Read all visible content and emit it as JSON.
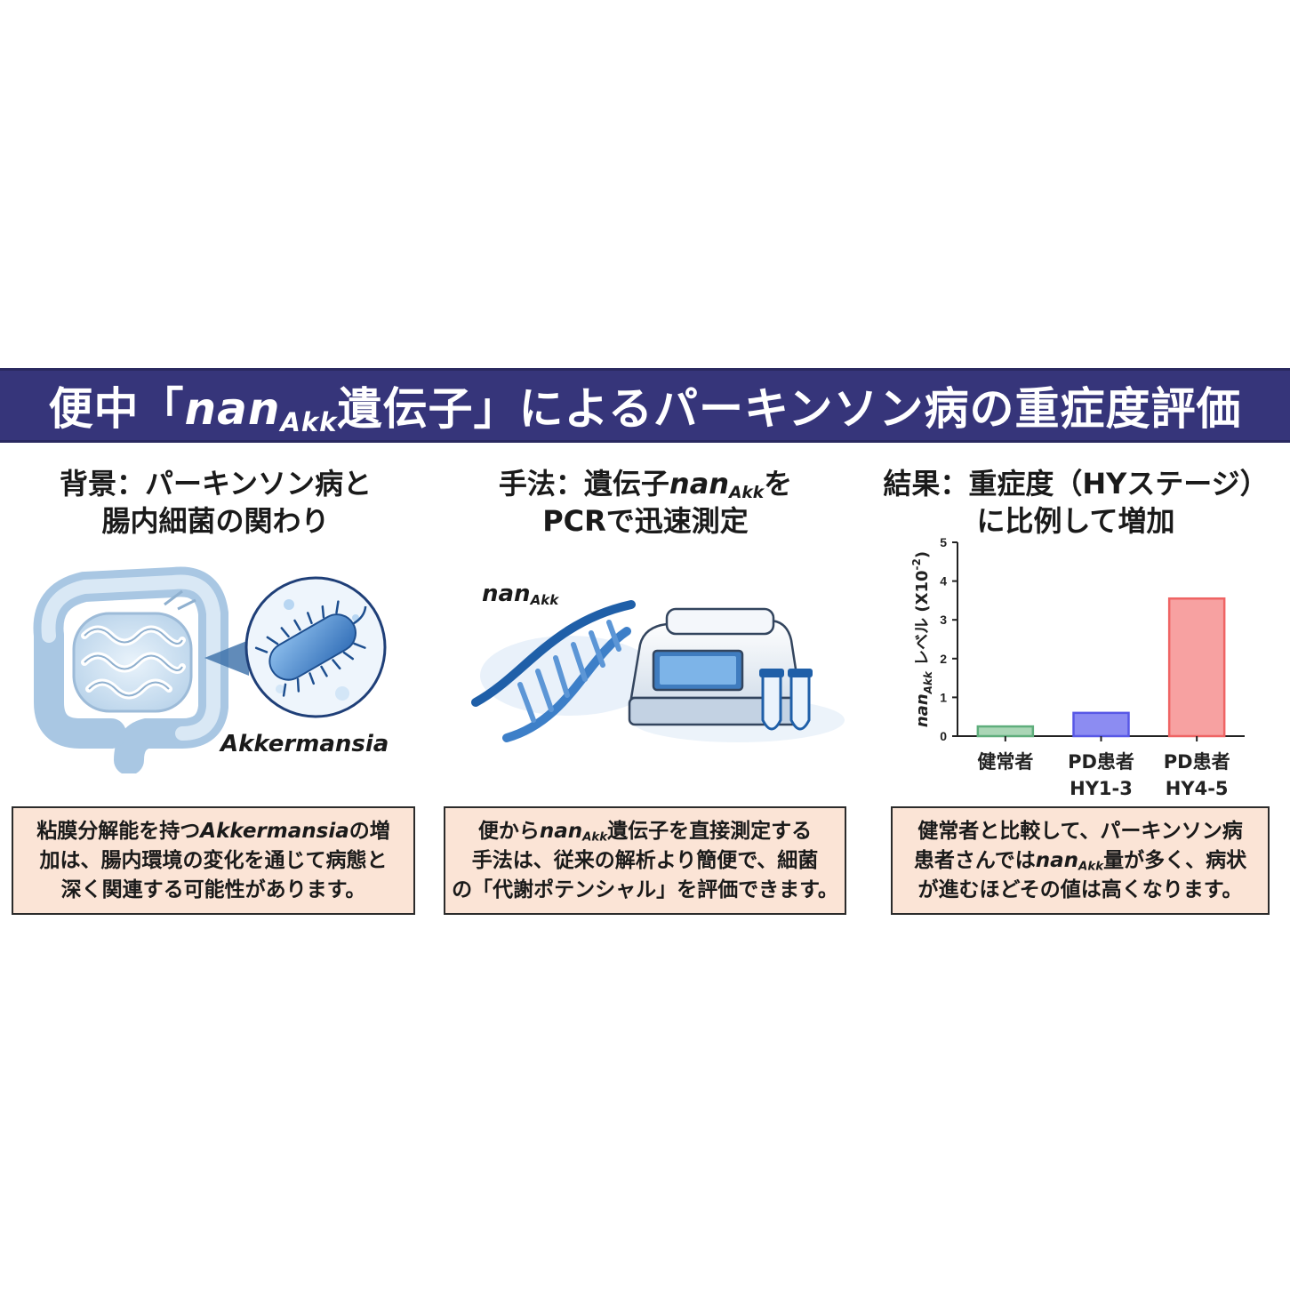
{
  "banner": {
    "prefix": "便中「",
    "gene": "nan",
    "gene_sub": "Akk",
    "suffix": "遺伝子」によるパーキンソン病の重症度評価"
  },
  "columns": [
    {
      "heading_line1": "背景：パーキンソン病と",
      "heading_line2": "腸内細菌の関わり",
      "illustration_label": "Akkermansia",
      "desc_line1_pre": "粘膜分解能を持つ",
      "desc_line1_it": "Akkermansia",
      "desc_line1_post": "の増",
      "desc_line2": "加は、腸内環境の変化を通じて病態と",
      "desc_line3": "深く関連する可能性があります。"
    },
    {
      "heading_line1_pre": "手法：遺伝子",
      "heading_gene": "nan",
      "heading_gene_sub": "Akk",
      "heading_line1_post": "を",
      "heading_line2": "PCRで迅速測定",
      "illustration_label": "nan",
      "illustration_label_sub": "Akk",
      "desc_line1_pre": "便から",
      "desc_gene": "nan",
      "desc_gene_sub": "Akk",
      "desc_line1_post": "遺伝子を直接測定する",
      "desc_line2": "手法は、従来の解析より簡便で、細菌",
      "desc_line3": "の「代謝ポテンシャル」を評価できます。"
    },
    {
      "heading_line1": "結果：重症度（HYステージ）",
      "heading_line2": "に比例して増加",
      "desc_line1": "健常者と比較して、パーキンソン病",
      "desc_line2_pre": "患者さんでは",
      "desc_gene": "nan",
      "desc_gene_sub": "Akk",
      "desc_line2_post": "量が多く、病状",
      "desc_line3": "が進むほどその値は高くなります。"
    }
  ],
  "chart_data": {
    "type": "bar",
    "categories": [
      [
        "健常者"
      ],
      [
        "PD患者",
        "HY1-3"
      ],
      [
        "PD患者",
        "HY4-5"
      ]
    ],
    "values": [
      0.25,
      0.6,
      3.55
    ],
    "colors": [
      "#5fae7c",
      "#5858e6",
      "#ef6464"
    ],
    "fill_colors": [
      "#aad6b6",
      "#8c8cf2",
      "#f7a1a1"
    ],
    "ylim": [
      0,
      5
    ],
    "yticks": [
      0,
      1,
      2,
      3,
      4,
      5
    ],
    "ylabel_gene": "nan",
    "ylabel_sub": "Akk",
    "ylabel_text": " レベル (X10",
    "ylabel_exp": "-2",
    "ylabel_close": ")",
    "grid": false
  }
}
